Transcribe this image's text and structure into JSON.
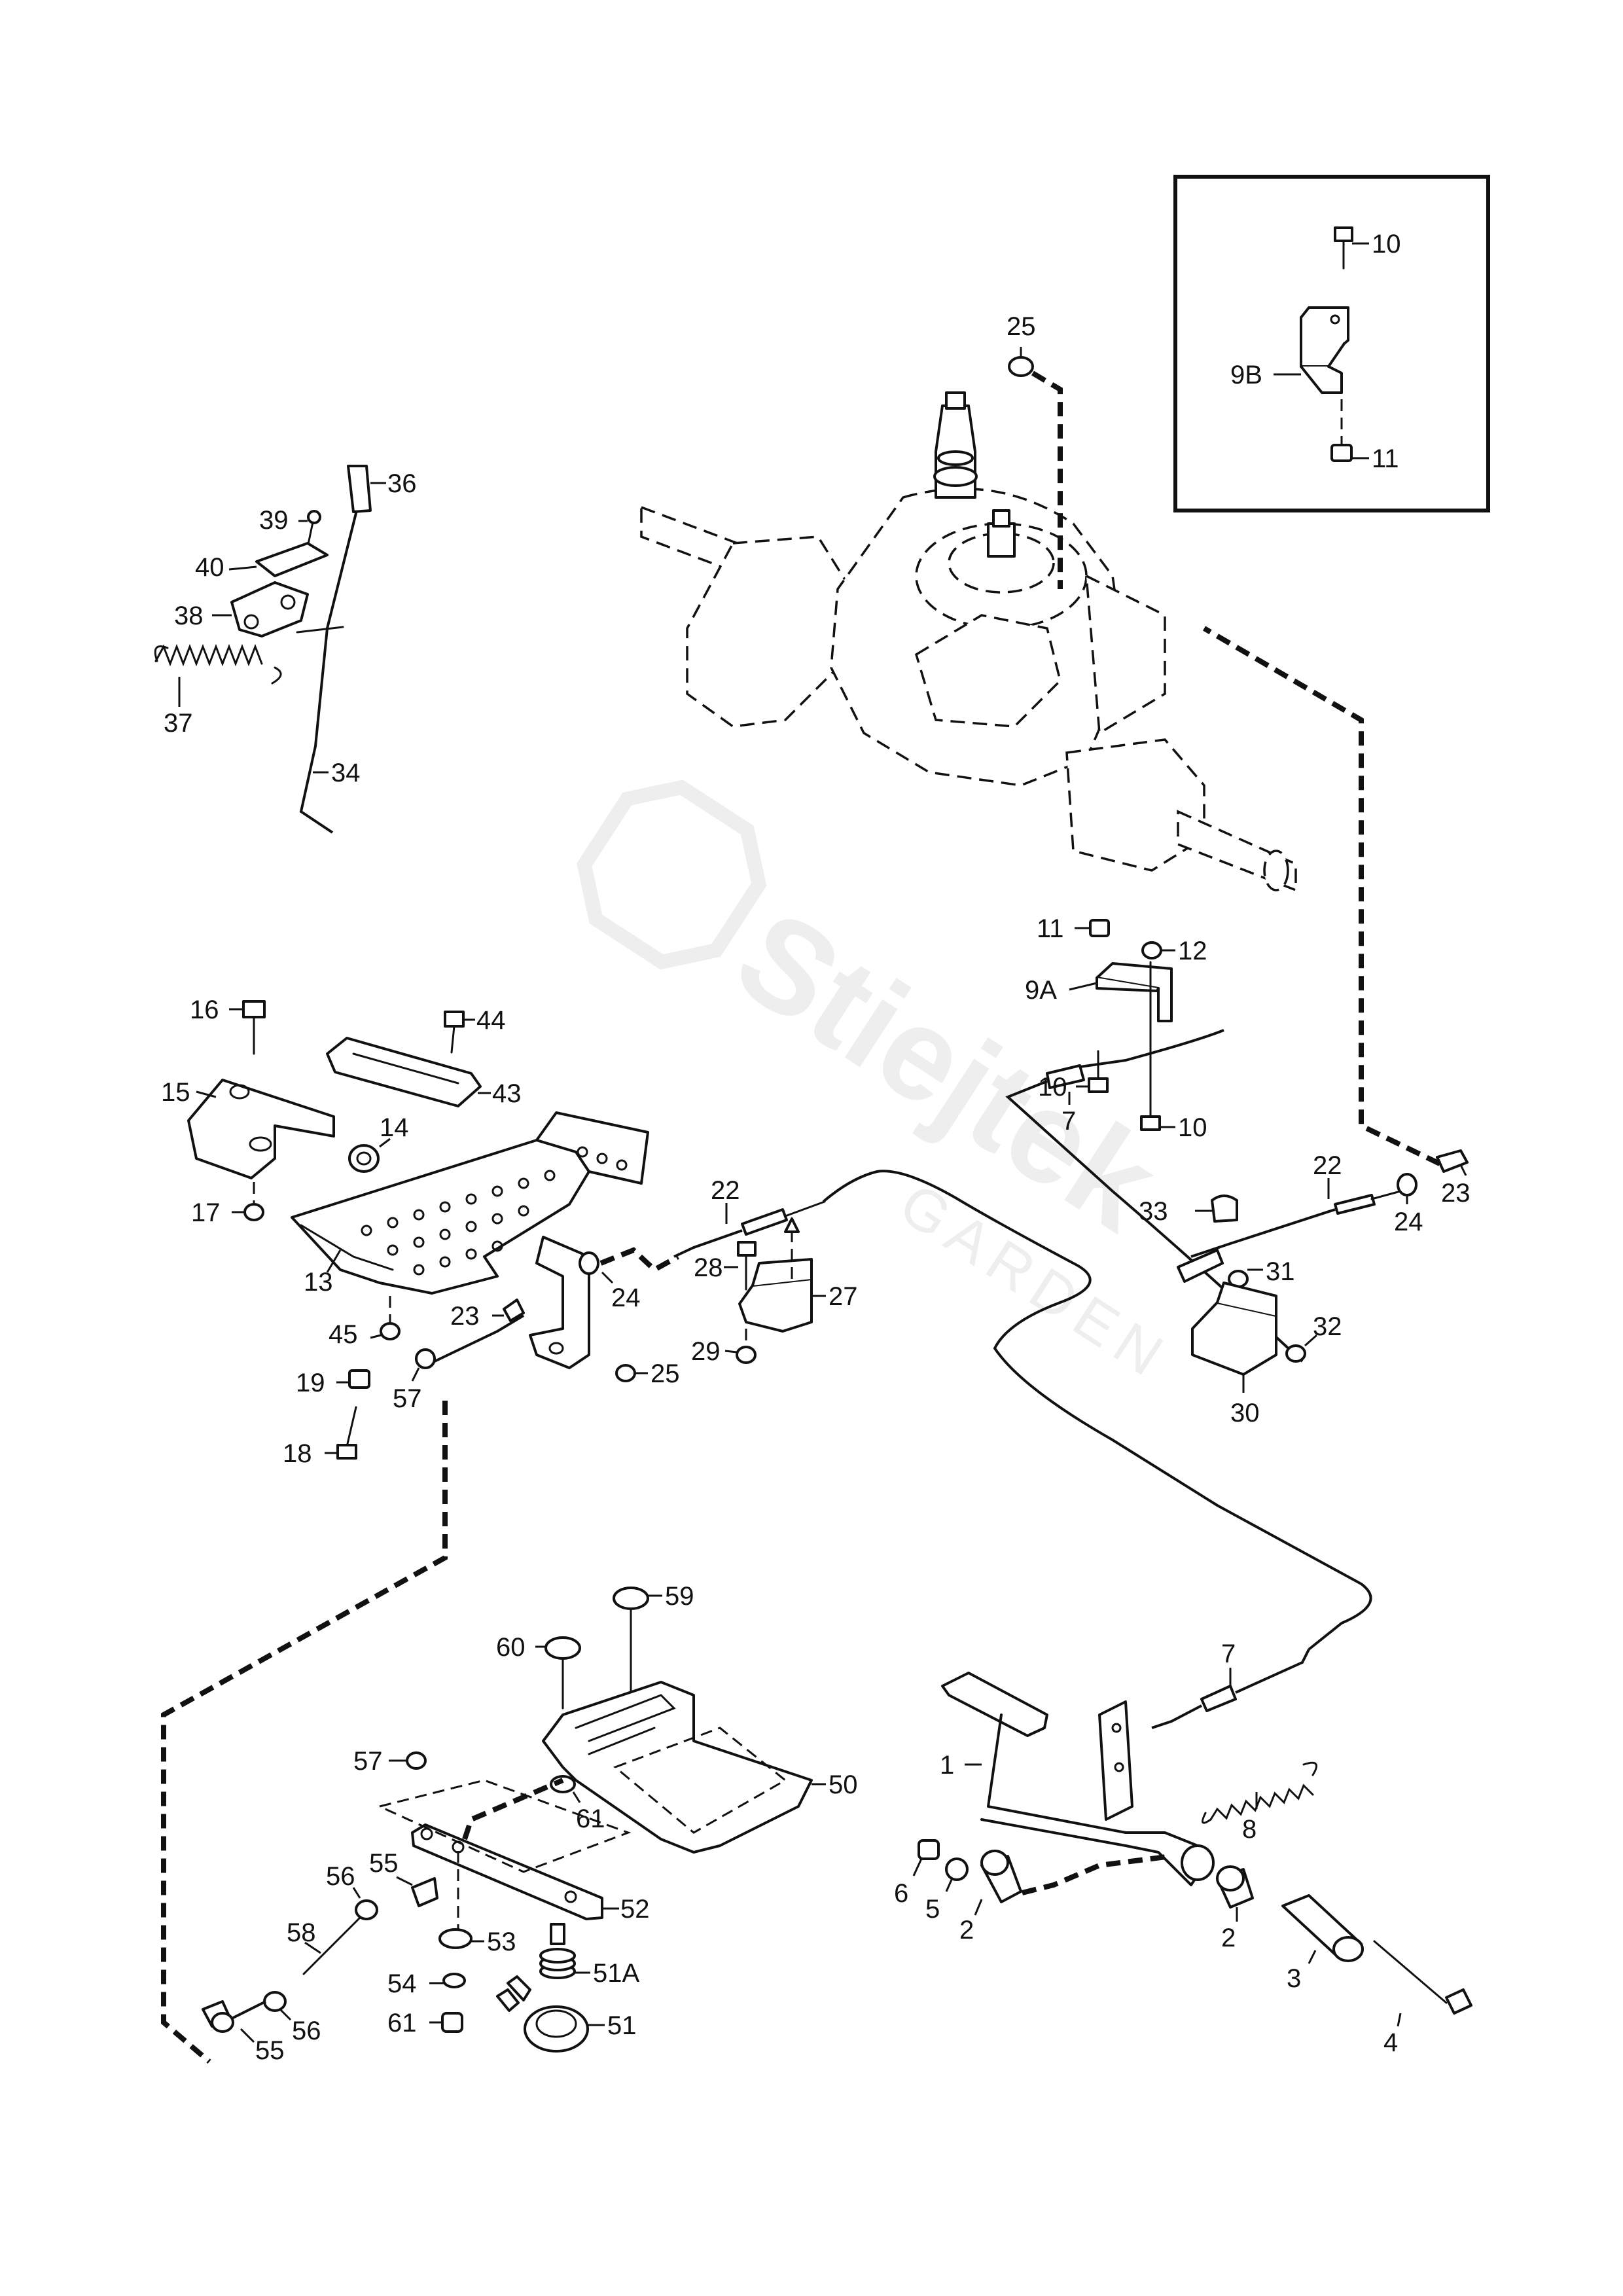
{
  "watermark": {
    "brand": "Stiejtek",
    "sub": "GARDEN"
  },
  "labels": {
    "inset_10": "10",
    "inset_9B": "9B",
    "inset_11": "11",
    "p25_top": "25",
    "p36": "36",
    "p39": "39",
    "p40": "40",
    "p38": "38",
    "p37": "37",
    "p34": "34",
    "p11": "11",
    "p12": "12",
    "p9A": "9A",
    "p10a": "10",
    "p10b": "10",
    "p7a": "7",
    "p22a": "22",
    "p24a": "24",
    "p23a": "23",
    "p33": "33",
    "p31": "31",
    "p32": "32",
    "p30": "30",
    "p16": "16",
    "p44": "44",
    "p15": "15",
    "p43": "43",
    "p14": "14",
    "p17": "17",
    "p13": "13",
    "p22b": "22",
    "p28": "28",
    "p27": "27",
    "p29": "29",
    "p24b": "24",
    "p23b": "23",
    "p45": "45",
    "p19": "19",
    "p57a": "57",
    "p25b": "25",
    "p18": "18",
    "p59": "59",
    "p60": "60",
    "p50": "50",
    "p61a": "61",
    "p57b": "57",
    "p55a": "55",
    "p56a": "56",
    "p52": "52",
    "p58": "58",
    "p53": "53",
    "p54": "54",
    "p51A": "51A",
    "p61b": "61",
    "p51": "51",
    "p56b": "56",
    "p55b": "55",
    "p7b": "7",
    "p1": "1",
    "p8": "8",
    "p6": "6",
    "p5": "5",
    "p2a": "2",
    "p2b": "2",
    "p3": "3",
    "p4": "4"
  }
}
